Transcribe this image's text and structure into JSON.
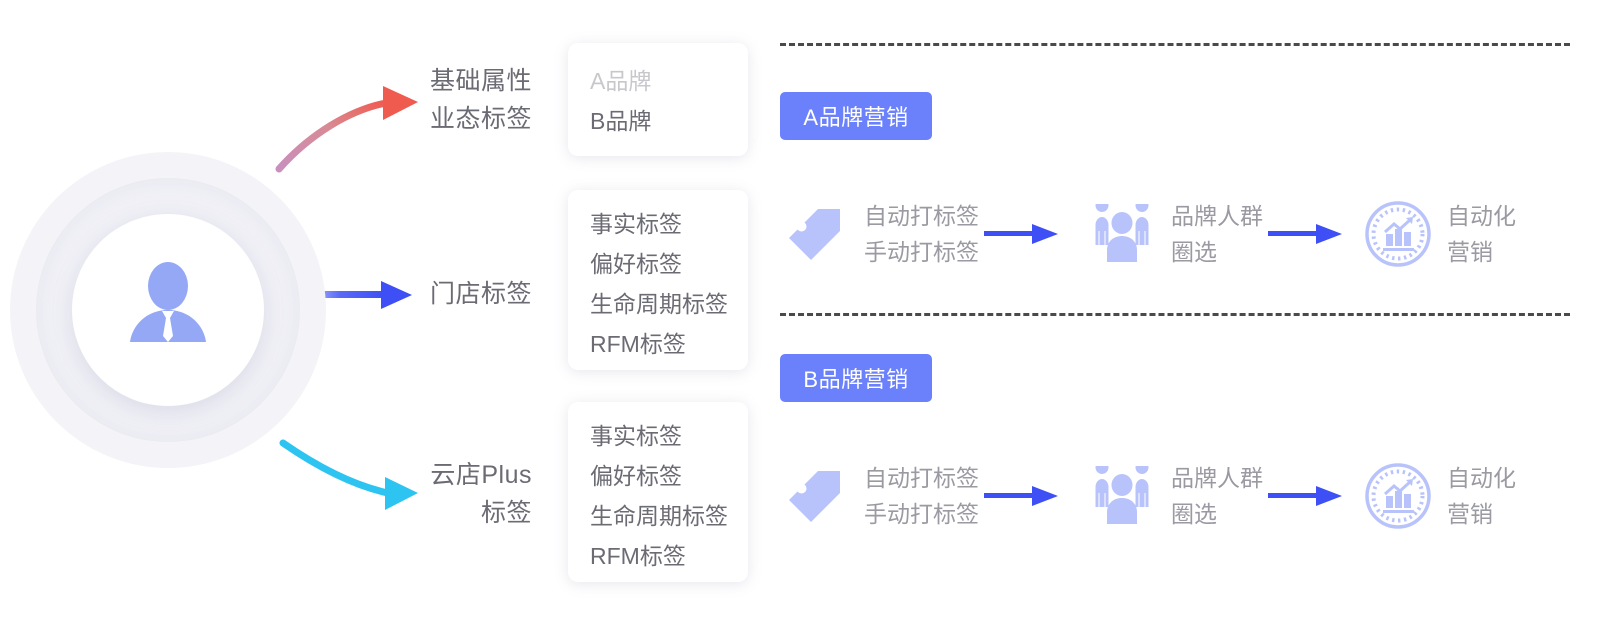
{
  "colors": {
    "accent_blue": "#3d4ff5",
    "badge_blue": "#6b81fb",
    "icon_periwinkle": "#b9c3fb",
    "arrow_red": "#f05b50",
    "arrow_pink": "#c98fbe",
    "arrow_cyan": "#2ec4f1",
    "text_gray": "#6b6b74",
    "text_muted": "#c8c8cc",
    "card_bg": "#ffffff",
    "ring_outer": "#f4f4f8",
    "background": "#ffffff"
  },
  "center": {
    "avatar_icon": "user-avatar-icon",
    "avatar_alt": "客户头像"
  },
  "branches": [
    {
      "id": "basic-attributes",
      "label": "基础属性\n业态标签",
      "connector": "curved-pink-red-arrow",
      "card": {
        "id": "brand-card",
        "lines": [
          {
            "text": "A品牌",
            "muted": true
          },
          {
            "text": "B品牌",
            "muted": false
          }
        ]
      }
    },
    {
      "id": "store-tags",
      "label": "门店标签",
      "connector": "straight-blue-arrow",
      "card": {
        "id": "store-tag-card",
        "lines": [
          {
            "text": "事实标签",
            "muted": false
          },
          {
            "text": "偏好标签",
            "muted": false
          },
          {
            "text": "生命周期标签",
            "muted": false
          },
          {
            "text": "RFM标签",
            "muted": false
          }
        ]
      }
    },
    {
      "id": "cloud-store-plus-tags",
      "label": "云店Plus\n标签",
      "connector": "curved-cyan-arrow",
      "card": {
        "id": "cloud-store-tag-card",
        "lines": [
          {
            "text": "事实标签",
            "muted": false
          },
          {
            "text": "偏好标签",
            "muted": false
          },
          {
            "text": "生命周期标签",
            "muted": false
          },
          {
            "text": "RFM标签",
            "muted": false
          }
        ]
      }
    }
  ],
  "marketing": {
    "divider_style": "dashed",
    "tracks": [
      {
        "id": "brand-a",
        "badge": "A品牌营销",
        "steps": [
          {
            "icon": "price-tag-icon",
            "text": "自动打标签\n手动打标签"
          },
          {
            "icon": "people-group-icon",
            "text": "品牌人群\n圈选"
          },
          {
            "icon": "analytics-badge-icon",
            "text": "自动化\n营销"
          }
        ],
        "arrows": [
          "flow-arrow-right",
          "flow-arrow-right"
        ]
      },
      {
        "id": "brand-b",
        "badge": "B品牌营销",
        "steps": [
          {
            "icon": "price-tag-icon",
            "text": "自动打标签\n手动打标签"
          },
          {
            "icon": "people-group-icon",
            "text": "品牌人群\n圈选"
          },
          {
            "icon": "analytics-badge-icon",
            "text": "自动化\n营销"
          }
        ],
        "arrows": [
          "flow-arrow-right",
          "flow-arrow-right"
        ]
      }
    ]
  }
}
